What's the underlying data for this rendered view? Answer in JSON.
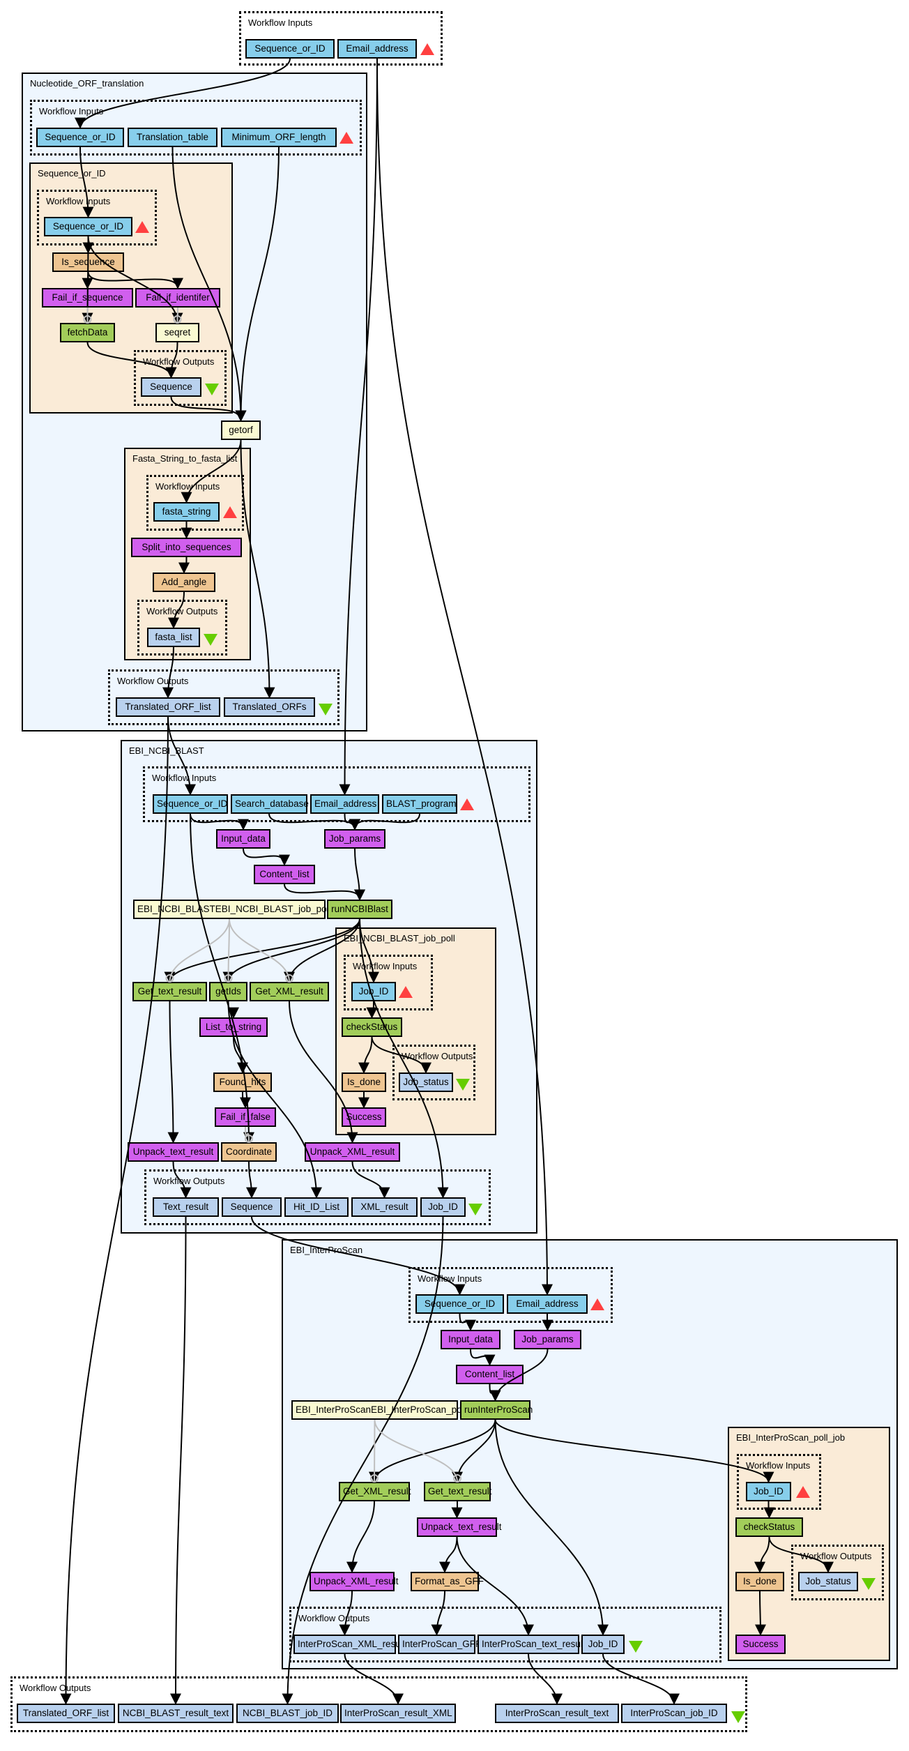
{
  "diagram": {
    "top_inputs": {
      "title": "Workflow Inputs",
      "items": [
        "Sequence_or_ID",
        "Email_address"
      ]
    },
    "orf": {
      "title": "Nucleotide_ORF_translation",
      "inputs": {
        "title": "Workflow Inputs",
        "items": [
          "Sequence_or_ID",
          "Translation_table",
          "Minimum_ORF_length"
        ]
      },
      "seq_sub": {
        "title": "Sequence_or_ID",
        "inputs": {
          "title": "Workflow Inputs",
          "items": [
            "Sequence_or_ID"
          ]
        },
        "is_sequence": "Is_sequence",
        "fail_if_sequence": "Fail_if_sequence",
        "fail_if_identifer": "Fail_if_identifer",
        "fetchData": "fetchData",
        "seqret": "seqret",
        "outputs": {
          "title": "Workflow Outputs",
          "items": [
            "Sequence"
          ]
        }
      },
      "getorf": "getorf",
      "fasta_sub": {
        "title": "Fasta_String_to_fasta_list",
        "inputs": {
          "title": "Workflow Inputs",
          "items": [
            "fasta_string"
          ]
        },
        "split": "Split_into_sequences",
        "add_angle": "Add_angle",
        "outputs": {
          "title": "Workflow Outputs",
          "items": [
            "fasta_list"
          ]
        }
      },
      "outputs": {
        "title": "Workflow Outputs",
        "items": [
          "Translated_ORF_list",
          "Translated_ORFs"
        ]
      }
    },
    "blast": {
      "title": "EBI_NCBI_BLAST",
      "inputs": {
        "title": "Workflow Inputs",
        "items": [
          "Sequence_or_ID",
          "Search_database",
          "Email_address",
          "BLAST_program"
        ]
      },
      "input_data": "Input_data",
      "job_params": "Job_params",
      "content_list": "Content_list",
      "poll_ref": "EBI_NCBI_BLASTEBI_NCBI_BLAST_job_poll",
      "run": "runNCBIBlast",
      "get_text": "Get_text_result",
      "getids": "getIds",
      "get_xml": "Get_XML_result",
      "list_to_string": "List_to_string",
      "found_hits": "Found_hits",
      "fail_if_false": "Fail_if_false",
      "unpack_text": "Unpack_text_result",
      "coordinate": "Coordinate",
      "unpack_xml": "Unpack_XML_result",
      "poll": {
        "title": "EBI_NCBI_BLAST_job_poll",
        "inputs": {
          "title": "Workflow Inputs",
          "items": [
            "Job_ID"
          ]
        },
        "check": "checkStatus",
        "is_done": "Is_done",
        "success": "Success",
        "outputs": {
          "title": "Workflow Outputs",
          "items": [
            "Job_status"
          ]
        }
      },
      "outputs": {
        "title": "Workflow Outputs",
        "items": [
          "Text_result",
          "Sequence",
          "Hit_ID_List",
          "XML_result",
          "Job_ID"
        ]
      }
    },
    "ips": {
      "title": "EBI_InterProScan",
      "inputs": {
        "title": "Workflow Inputs",
        "items": [
          "Sequence_or_ID",
          "Email_address"
        ]
      },
      "input_data": "Input_data",
      "job_params": "Job_params",
      "content_list": "Content_list",
      "poll_ref": "EBI_InterProScanEBI_InterProScan_poll_job",
      "run": "runInterProScan",
      "get_xml": "Get_XML_result",
      "get_text": "Get_text_result",
      "unpack_text": "Unpack_text_result",
      "unpack_xml": "Unpack_XML_result",
      "format_gff": "Format_as_GFF",
      "poll": {
        "title": "EBI_InterProScan_poll_job",
        "inputs": {
          "title": "Workflow Inputs",
          "items": [
            "Job_ID"
          ]
        },
        "check": "checkStatus",
        "is_done": "Is_done",
        "success": "Success",
        "outputs": {
          "title": "Workflow Outputs",
          "items": [
            "Job_status"
          ]
        }
      },
      "outputs": {
        "title": "Workflow Outputs",
        "items": [
          "InterProScan_XML_result",
          "InterProScan_GFF",
          "InterProScan_text_result",
          "Job_ID"
        ]
      }
    },
    "final_outputs": {
      "title": "Workflow Outputs",
      "items": [
        "Translated_ORF_list",
        "NCBI_BLAST_result_text",
        "NCBI_BLAST_job_ID",
        "InterProScan_result_XML",
        "InterProScan_result_text",
        "InterProScan_job_ID"
      ]
    },
    "legend": {
      "input_marker": "triangle-up-icon",
      "output_marker": "triangle-down-icon",
      "colors": {
        "input_port": "#87ceeb",
        "output_port": "#b9d1ee",
        "beanshell": "#d15fee",
        "wsdl_service": "#a2cd5a",
        "local_worker": "#eec591",
        "nested_workflow": "#fafad2",
        "cluster_workflow": "#eef6fe",
        "cluster_nested": "#faebd7",
        "input_marker": "#ff4040",
        "output_marker": "#66cd00"
      }
    }
  }
}
